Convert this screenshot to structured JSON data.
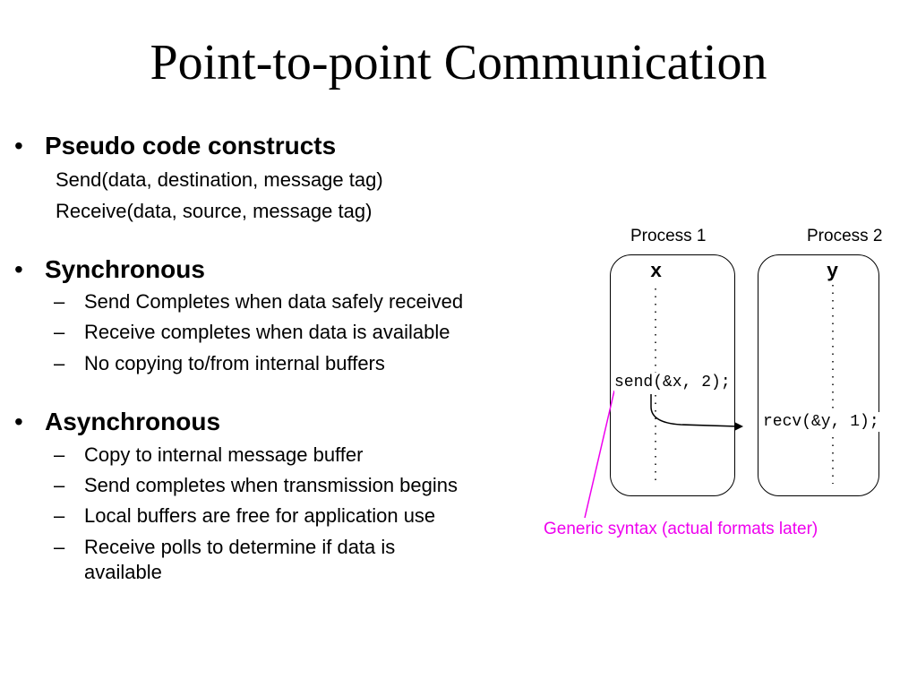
{
  "title": "Point-to-point Communication",
  "sections": {
    "pseudo": {
      "heading": "Pseudo code constructs",
      "lines": [
        "Send(data, destination, message tag)",
        "Receive(data, source, message tag)"
      ]
    },
    "sync": {
      "heading": "Synchronous",
      "items": [
        "Send Completes when data safely received",
        "Receive completes when data is available",
        "No copying to/from internal buffers"
      ]
    },
    "async": {
      "heading": "Asynchronous",
      "items": [
        "Copy to internal message buffer",
        "Send completes when transmission begins",
        "Local buffers are free for application use",
        "Receive polls to determine if data is",
        "available"
      ]
    }
  },
  "bullet_char": "•",
  "dash_char": "–",
  "diagram": {
    "process1_label": "Process 1",
    "process2_label": "Process 2",
    "var1": "x",
    "var2": "y",
    "send_code": "send(&x, 2);",
    "recv_code": "recv(&y, 1);",
    "caption": "Generic syntax (actual formats later)",
    "caption_color": "#ee00ee"
  }
}
